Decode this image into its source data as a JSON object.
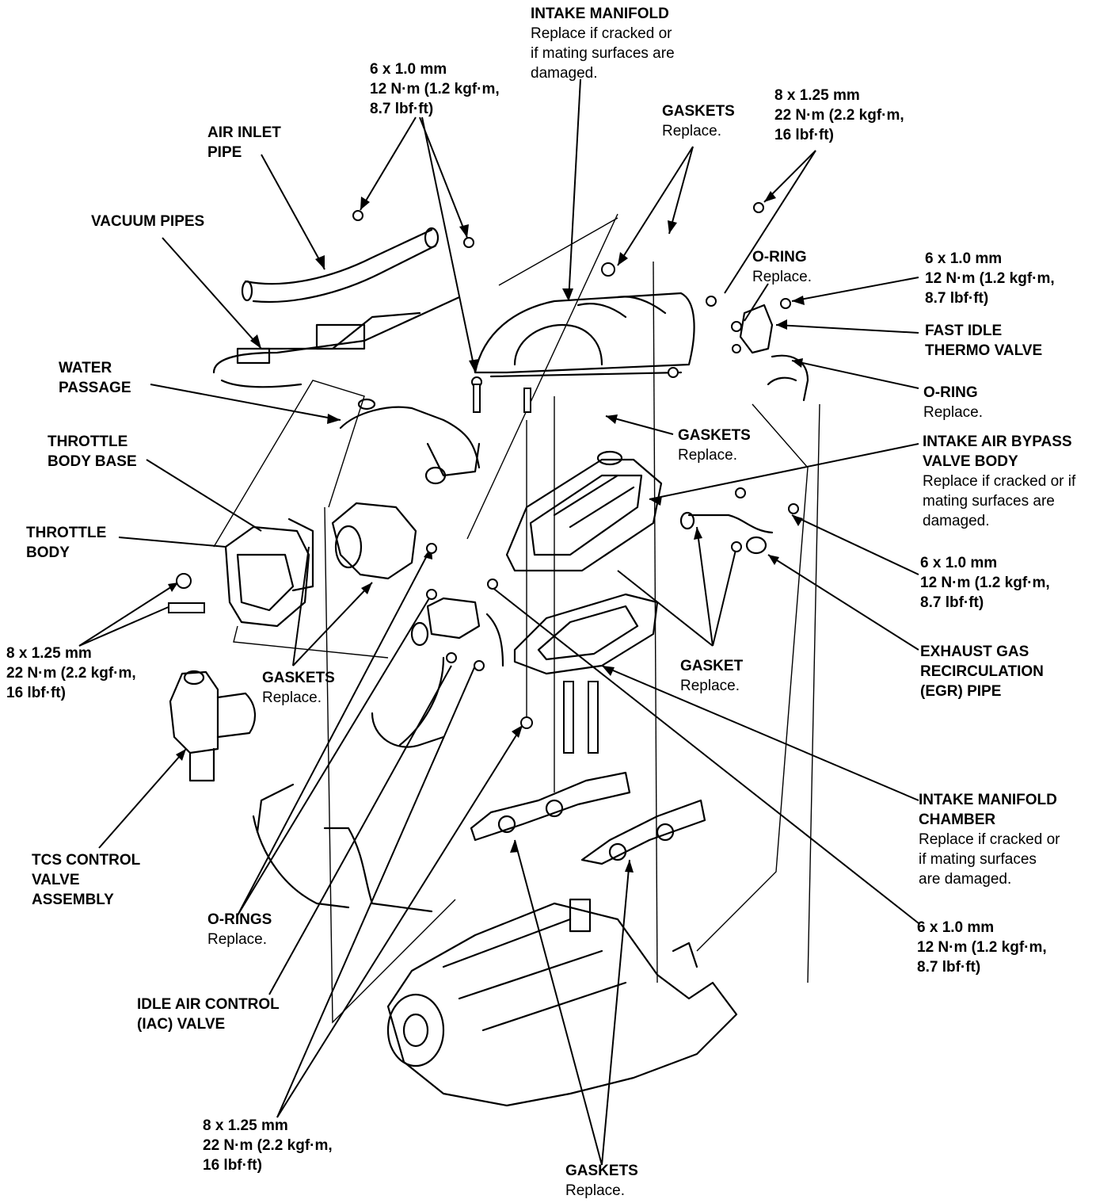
{
  "labels": {
    "intake_manifold": {
      "title": [
        "INTAKE MANIFOLD"
      ],
      "note": [
        "Replace if cracked or",
        "if mating surfaces are",
        "damaged."
      ]
    },
    "bolt_top_center": {
      "title": [
        "6 x 1.0 mm",
        "12 N·m (1.2 kgf·m,",
        "8.7 lbf·ft)"
      ],
      "note": []
    },
    "bolt_top_right": {
      "title": [
        "8 x 1.25 mm",
        "22 N·m (2.2 kgf·m,",
        "16 lbf·ft)"
      ],
      "note": []
    },
    "gaskets_top": {
      "title": [
        "GASKETS"
      ],
      "note": [
        "Replace."
      ]
    },
    "air_inlet_pipe": {
      "title": [
        "AIR INLET",
        "PIPE"
      ],
      "note": []
    },
    "vacuum_pipes": {
      "title": [
        "VACUUM PIPES"
      ],
      "note": []
    },
    "o_ring_top": {
      "title": [
        "O-RING"
      ],
      "note": [
        "Replace."
      ]
    },
    "bolt_right_upper": {
      "title": [
        "6 x 1.0 mm",
        "12 N·m (1.2 kgf·m,",
        "8.7 lbf·ft)"
      ],
      "note": []
    },
    "fast_idle_thermo_valve": {
      "title": [
        "FAST IDLE",
        "THERMO VALVE"
      ],
      "note": []
    },
    "o_ring_right": {
      "title": [
        "O-RING"
      ],
      "note": [
        "Replace."
      ]
    },
    "water_passage": {
      "title": [
        "WATER",
        "PASSAGE"
      ],
      "note": []
    },
    "gaskets_mid": {
      "title": [
        "GASKETS"
      ],
      "note": [
        "Replace."
      ]
    },
    "throttle_body_base": {
      "title": [
        "THROTTLE",
        "BODY BASE"
      ],
      "note": []
    },
    "intake_air_bypass": {
      "title": [
        "INTAKE AIR BYPASS",
        "VALVE BODY"
      ],
      "note": [
        "Replace if cracked or if",
        "mating surfaces are",
        "damaged."
      ]
    },
    "throttle_body": {
      "title": [
        "THROTTLE",
        "BODY"
      ],
      "note": []
    },
    "bolt_right_mid": {
      "title": [
        "6 x 1.0 mm",
        "12 N·m (1.2 kgf·m,",
        "8.7 lbf·ft)"
      ],
      "note": []
    },
    "bolt_left": {
      "title": [
        "8 x 1.25 mm",
        "22 N·m (2.2 kgf·m,",
        "16 lbf·ft)"
      ],
      "note": []
    },
    "gaskets_left": {
      "title": [
        "GASKETS"
      ],
      "note": [
        "Replace."
      ]
    },
    "gasket_mid": {
      "title": [
        "GASKET"
      ],
      "note": [
        "Replace."
      ]
    },
    "egr_pipe": {
      "title": [
        "EXHAUST GAS",
        "RECIRCULATION",
        "(EGR) PIPE"
      ],
      "note": []
    },
    "intake_manifold_chamber": {
      "title": [
        "INTAKE MANIFOLD",
        "CHAMBER"
      ],
      "note": [
        "Replace if cracked or",
        "if mating surfaces",
        "are damaged."
      ]
    },
    "tcs_control_valve": {
      "title": [
        "TCS CONTROL",
        "VALVE",
        "ASSEMBLY"
      ],
      "note": []
    },
    "o_rings_bottom": {
      "title": [
        "O-RINGS"
      ],
      "note": [
        "Replace."
      ]
    },
    "bolt_right_lower": {
      "title": [
        "6 x 1.0 mm",
        "12 N·m (1.2 kgf·m,",
        "8.7 lbf·ft)"
      ],
      "note": []
    },
    "iac_valve": {
      "title": [
        "IDLE AIR CONTROL",
        "(IAC) VALVE"
      ],
      "note": []
    },
    "bolt_bottom": {
      "title": [
        "8 x 1.25 mm",
        "22 N·m (2.2 kgf·m,",
        "16 lbf·ft)"
      ],
      "note": []
    },
    "gaskets_bottom": {
      "title": [
        "GASKETS"
      ],
      "note": [
        "Replace."
      ]
    }
  }
}
